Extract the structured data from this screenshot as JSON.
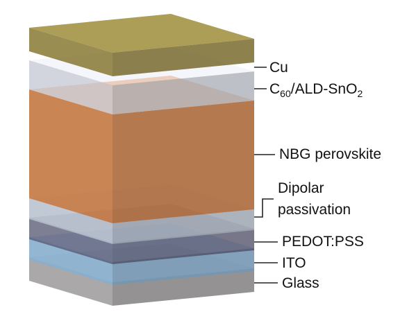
{
  "layers": [
    {
      "id": "glass",
      "label": "Glass",
      "color": "#b9b7b8",
      "side_alpha": 1.0,
      "top_alpha": 0.55
    },
    {
      "id": "ito",
      "label": "ITO",
      "color": "#93bde0",
      "side_alpha": 0.9,
      "top_alpha": 0.55
    },
    {
      "id": "pedot",
      "label": "PEDOT:PSS",
      "color": "#5b5b7a",
      "side_alpha": 0.75,
      "top_alpha": 0.45
    },
    {
      "id": "dipolar",
      "label_lines": [
        "Dipolar",
        "passivation"
      ],
      "color": "#c6d0de",
      "side_alpha": 0.85,
      "top_alpha": 0.5
    },
    {
      "id": "perov",
      "label": "NBG perovskite",
      "color": "#d27a3c",
      "side_alpha": 0.85,
      "top_alpha": 0.65
    },
    {
      "id": "etl",
      "label_parts": [
        "C",
        "60",
        "/ALD-SnO",
        "2"
      ],
      "color": "#d8dce6",
      "side_alpha": 0.8,
      "top_alpha": 0.5
    },
    {
      "id": "cu",
      "label": "Cu",
      "color": "#8c7a2a",
      "side_alpha": 0.8,
      "top_alpha": 0.8
    }
  ]
}
